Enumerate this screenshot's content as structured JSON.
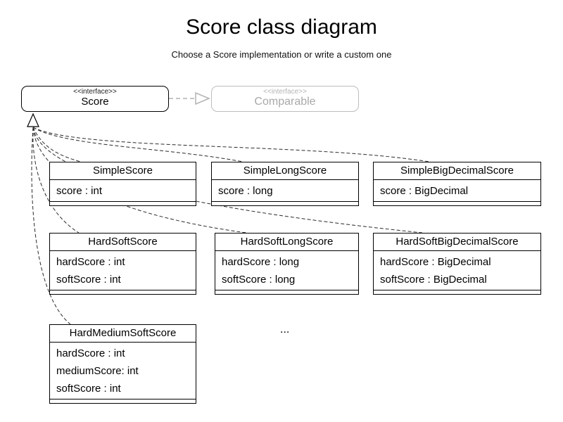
{
  "header": {
    "title": "Score class diagram",
    "subtitle": "Choose a Score implementation or write a custom one"
  },
  "interfaces": {
    "score": {
      "stereotype": "<<interface>>",
      "name": "Score"
    },
    "comparable": {
      "stereotype": "<<interface>>",
      "name": "Comparable"
    }
  },
  "classes": [
    {
      "name": "SimpleScore",
      "attributes": [
        "score : int"
      ]
    },
    {
      "name": "SimpleLongScore",
      "attributes": [
        "score : long"
      ]
    },
    {
      "name": "SimpleBigDecimalScore",
      "attributes": [
        "score : BigDecimal"
      ]
    },
    {
      "name": "HardSoftScore",
      "attributes": [
        "hardScore : int",
        "softScore : int"
      ]
    },
    {
      "name": "HardSoftLongScore",
      "attributes": [
        "hardScore : long",
        "softScore : long"
      ]
    },
    {
      "name": "HardSoftBigDecimalScore",
      "attributes": [
        "hardScore : BigDecimal",
        "softScore : BigDecimal"
      ]
    },
    {
      "name": "HardMediumSoftScore",
      "attributes": [
        "hardScore : int",
        "mediumScore: int",
        "softScore : int"
      ]
    }
  ],
  "ellipsis": "...",
  "colors": {
    "line": "#000000",
    "muted_line": "#bdbdbd",
    "muted_text": "#a9a9a9"
  }
}
